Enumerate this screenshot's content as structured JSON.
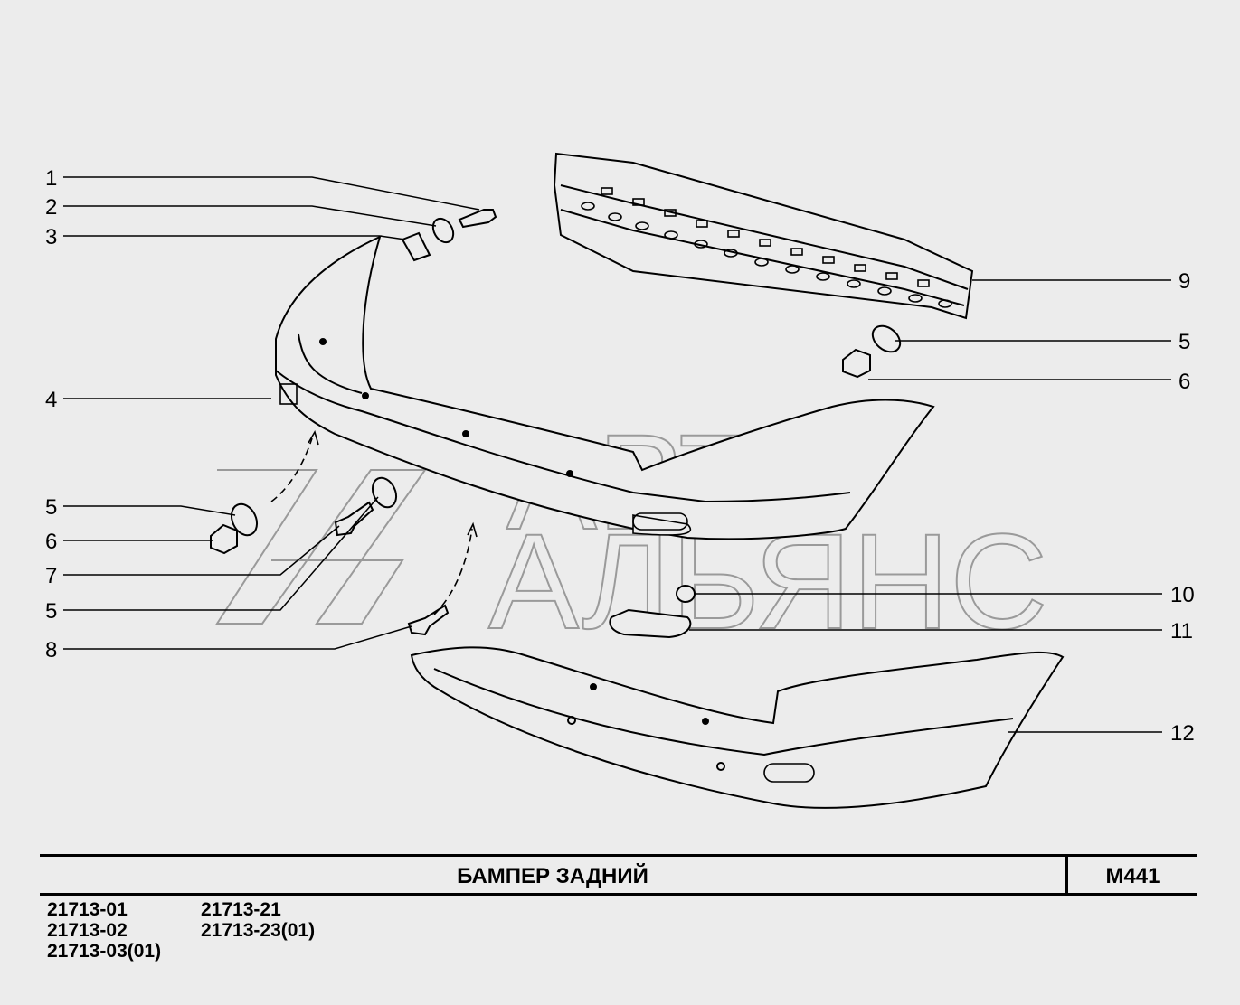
{
  "callouts": {
    "left": [
      "1",
      "2",
      "3",
      "4",
      "5",
      "6",
      "7",
      "5",
      "8"
    ],
    "right": [
      "9",
      "5",
      "6",
      "10",
      "11",
      "12"
    ]
  },
  "watermark": {
    "line1": "АВТО",
    "line2": "АЛЬЯНС"
  },
  "title": "БАМПЕР   ЗАДНИЙ",
  "code": "М441",
  "models": {
    "col1": [
      "21713-01",
      "21713-02",
      "21713-03(01)"
    ],
    "col2": [
      "21713-21",
      "21713-23(01)"
    ]
  }
}
